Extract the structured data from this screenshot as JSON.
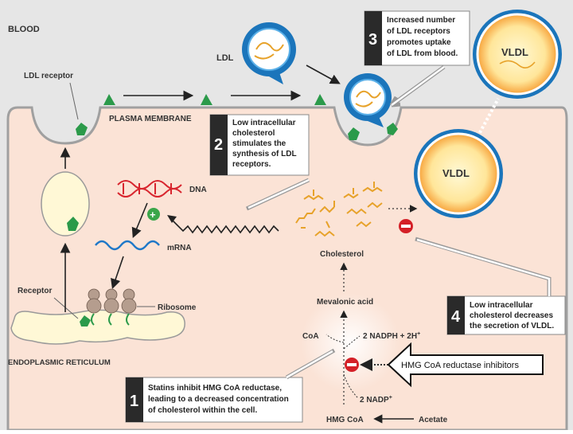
{
  "regions": {
    "blood": "BLOOD",
    "plasma_membrane": "PLASMA MEMBRANE",
    "endoplasmic_reticulum": "ENDOPLASMIC RETICULUM"
  },
  "labels": {
    "ldl_receptor": "LDL receptor",
    "ldl": "LDL",
    "vldl": "VLDL",
    "dna": "DNA",
    "mrna": "mRNA",
    "ribosome": "Ribosome",
    "receptor": "Receptor",
    "cholesterol": "Cholesterol",
    "mevalonic_acid": "Mevalonic acid",
    "coa": "CoA",
    "nadph": "2 NADPH + 2H",
    "nadph_sup": "+",
    "nadp": "2 NADP",
    "nadp_sup": "+",
    "hmg_coa": "HMG CoA",
    "acetate": "Acetate",
    "inhibitor": "HMG CoA reductase inhibitors",
    "plus": "+",
    "minus": "−"
  },
  "steps": [
    {
      "number": "1",
      "lines": [
        "Statins inhibit HMG CoA reductase,",
        "leading to a decreased concentration",
        "of cholesterol within the cell."
      ]
    },
    {
      "number": "2",
      "lines": [
        "Low intracellular",
        "cholesterol",
        "stimulates the",
        "synthesis of LDL",
        "receptors."
      ]
    },
    {
      "number": "3",
      "lines": [
        "Increased number",
        "of LDL receptors",
        "promotes uptake",
        "of LDL from blood."
      ]
    },
    {
      "number": "4",
      "lines": [
        "Low intracellular",
        "cholesterol decreases",
        "the secretion of VLDL."
      ]
    }
  ],
  "colors": {
    "blood_bg": "#e6e6e6",
    "cell_bg": "#fbe3d6",
    "receptor": "#2b9a4a",
    "ldl_shell": "#1b75bb",
    "vldl_core": "#fff3b0",
    "vldl_rim": "#f6a53a",
    "dna": "#d8262f",
    "mrna": "#1f78c8",
    "cholesterol": "#e7a22a",
    "minus": "#d42027",
    "plus": "#3aa64a",
    "step_box": "#2a2a2a"
  }
}
